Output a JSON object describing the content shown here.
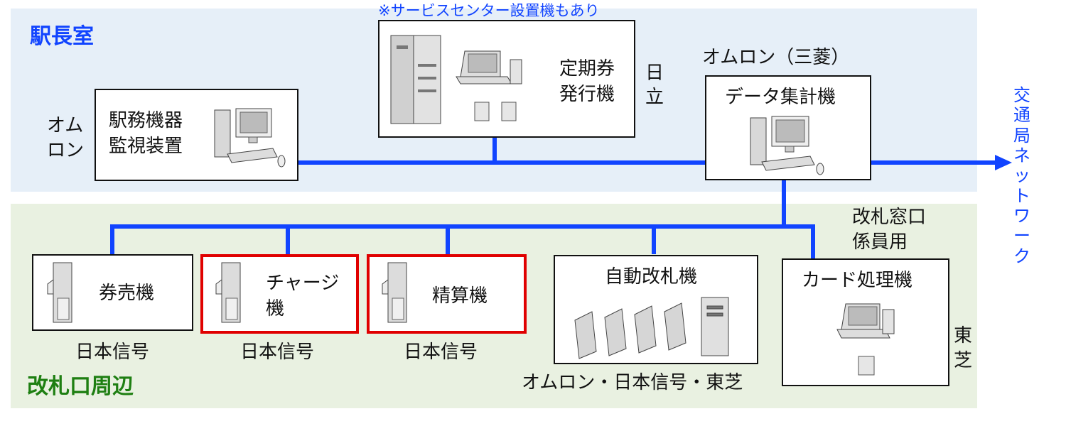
{
  "colors": {
    "upper_zone": "#e6eff8",
    "lower_zone": "#e9f1e1",
    "network_line": "#1144ff",
    "highlight_border": "#e00000",
    "title_upper": "#1144ff",
    "title_lower": "#1e7f12"
  },
  "zones": {
    "upper_title": "駅長室",
    "lower_title": "改札口周辺"
  },
  "network_label": "交通局ネットワーク",
  "devices": {
    "monitor": {
      "label_line1": "駅務機器",
      "label_line2": "監視装置",
      "vendor_line1": "オム",
      "vendor_line2": "ロン"
    },
    "pass_issuer": {
      "label_line1": "定期券",
      "label_line2": "発行機",
      "vendor_line1": "日",
      "vendor_line2": "立",
      "note": "※サービスセンター設置機もあり"
    },
    "aggregator": {
      "label": "データ集計機",
      "vendor": "オムロン（三菱）"
    },
    "ticket_vending": {
      "label": "券売機",
      "vendor": "日本信号"
    },
    "charge_machine": {
      "label_line1": "チャージ",
      "label_line2": "機",
      "vendor": "日本信号"
    },
    "fare_adjust": {
      "label": "精算機",
      "vendor": "日本信号"
    },
    "auto_gate": {
      "label": "自動改札機",
      "vendor": "オムロン・日本信号・東芝"
    },
    "card_processor": {
      "label": "カード処理機",
      "vendor_line1": "東",
      "vendor_line2": "芝",
      "usage_line1": "改札窓口",
      "usage_line2": "係員用"
    }
  }
}
